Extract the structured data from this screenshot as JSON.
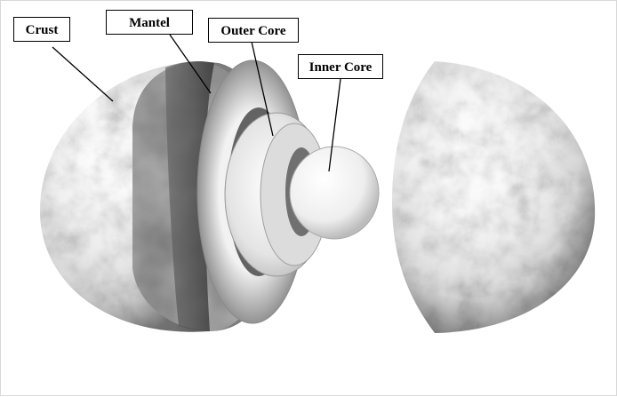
{
  "labels": {
    "crust": "Crust",
    "mantel": "Mantel",
    "outer_core": "Outer Core",
    "inner_core": "Inner Core"
  },
  "colors": {
    "background": "#ffffff",
    "label_border": "#000000",
    "leader_line": "#000000"
  }
}
